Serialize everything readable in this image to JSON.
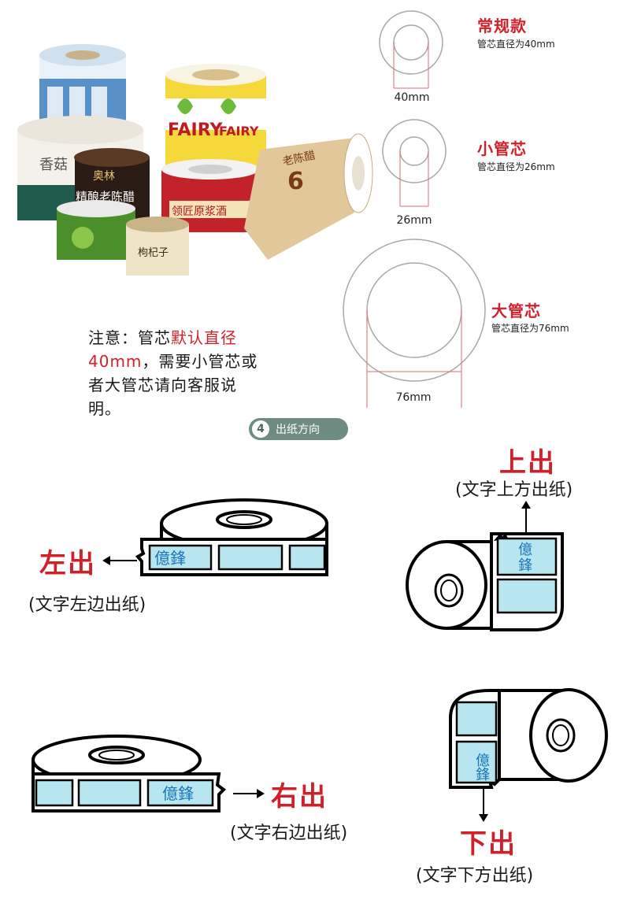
{
  "cores": [
    {
      "title": "常规款",
      "desc": "管芯直径为40mm",
      "dim": "40mm"
    },
    {
      "title": "小管芯",
      "desc": "管芯直径为26mm",
      "dim": "26mm"
    },
    {
      "title": "大管芯",
      "desc": "管芯直径为76mm",
      "dim": "76mm"
    }
  ],
  "note": {
    "prefix": "注意：管芯",
    "highlight": "默认直径40mm",
    "suffix": "，需要小管芯或者大管芯请向客服说明。"
  },
  "section": {
    "number": "4",
    "title": "出纸方向"
  },
  "label_text": "億鋒",
  "label_text_vertical": [
    "億",
    "鋒"
  ],
  "photo_labels": [
    "FAIRY",
    "FAIRY",
    "奥林",
    "精酿老陈醋",
    "领匠原浆酒",
    "枸杞子",
    "香菇",
    "老陈醋",
    "6"
  ],
  "directions": {
    "left": {
      "title": "左出",
      "sub": "(文字左边出纸)"
    },
    "top": {
      "title": "上出",
      "sub": "(文字上方出纸)"
    },
    "right": {
      "title": "右出",
      "sub": "(文字右边出纸)"
    },
    "bottom": {
      "title": "下出",
      "sub": "(文字下方出纸)"
    }
  },
  "colors": {
    "accent": "#d0202a",
    "label_fill": "#b8e6f0",
    "label_text": "#1a76b8",
    "pill": "#6e8c82"
  }
}
